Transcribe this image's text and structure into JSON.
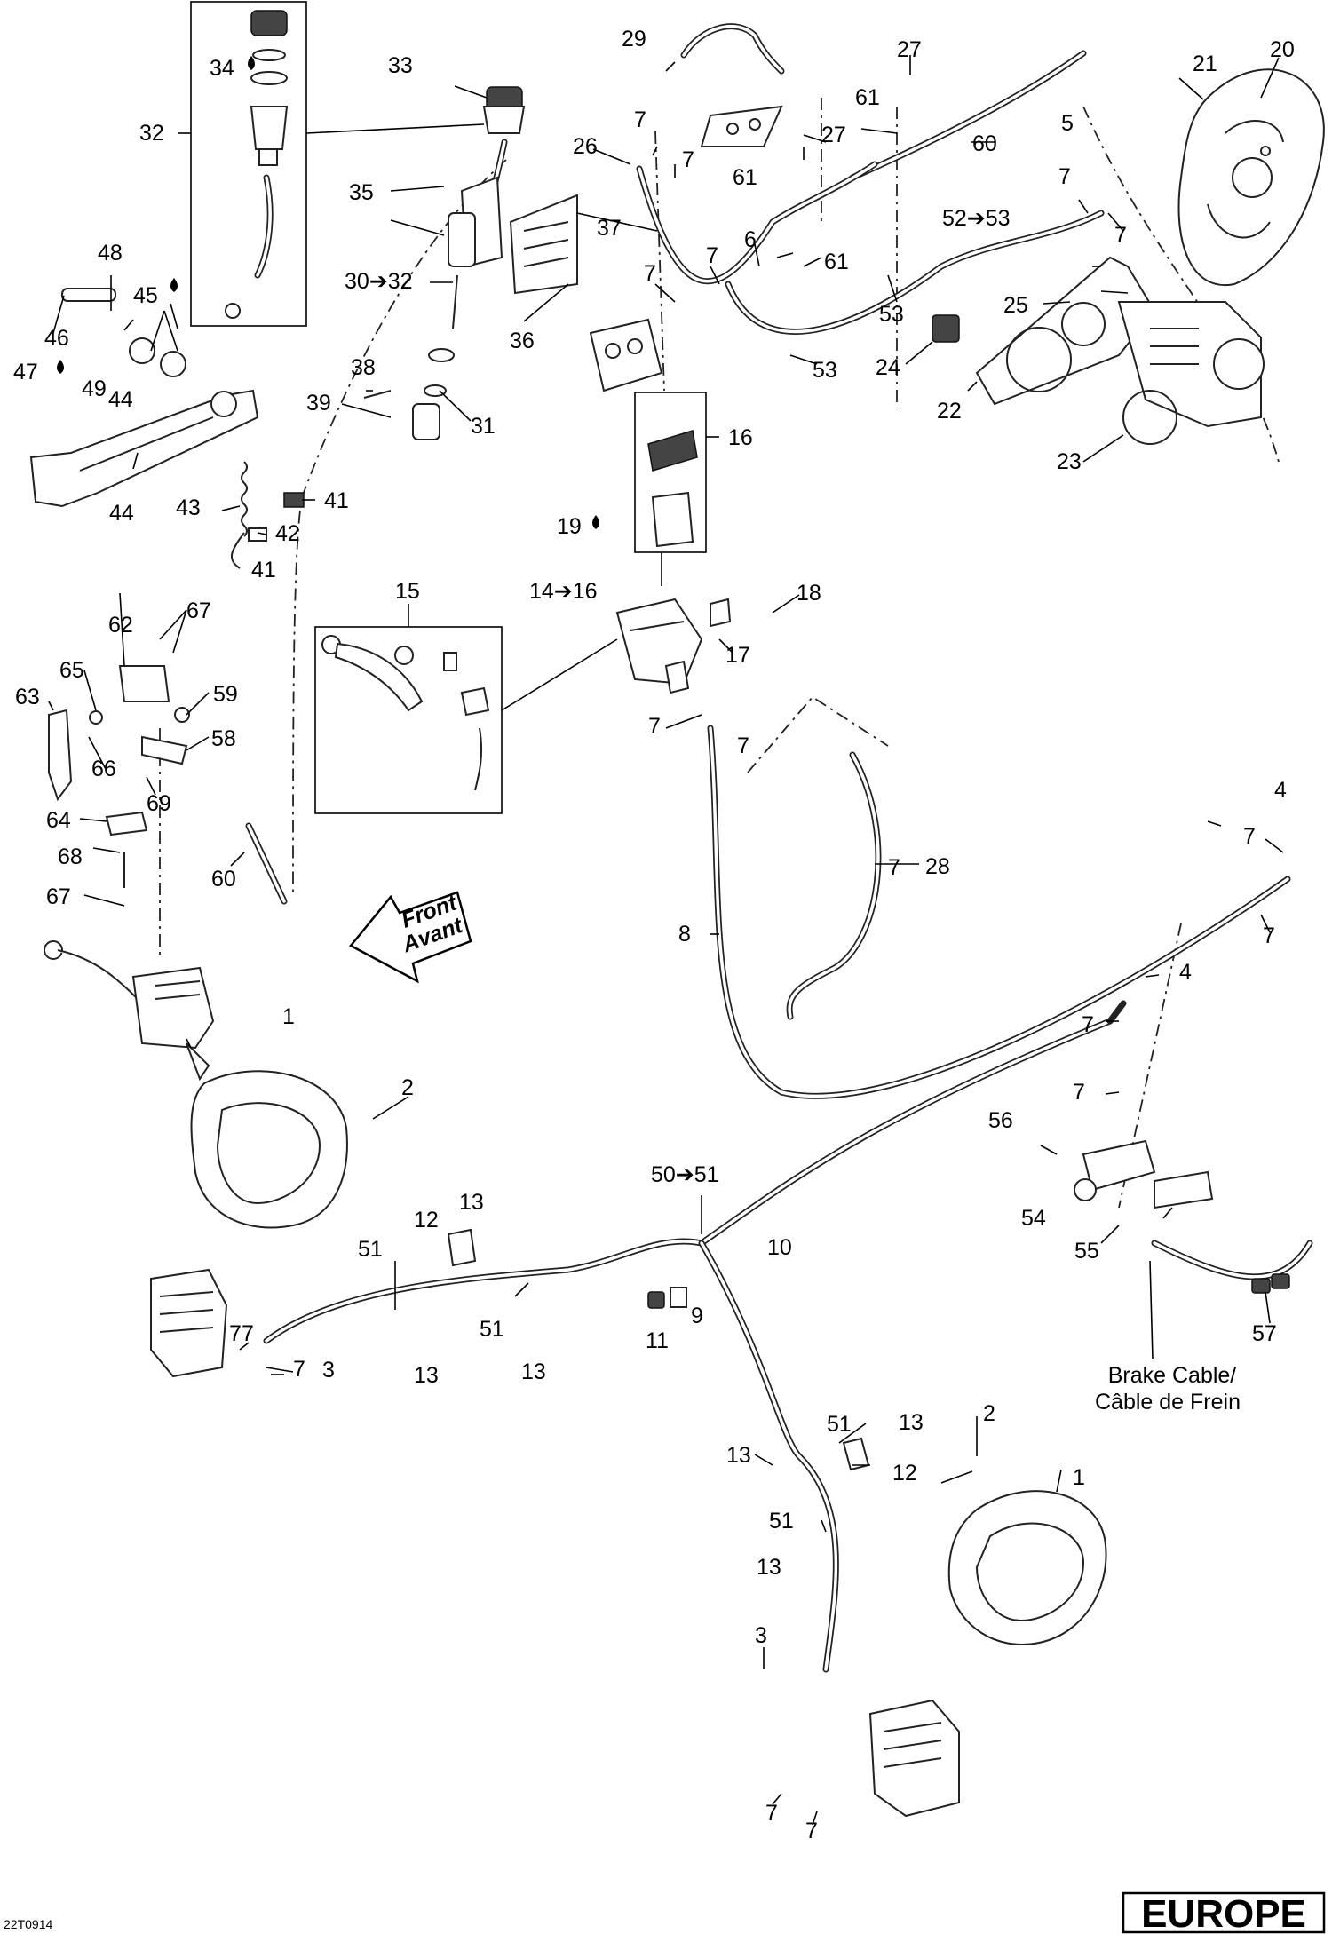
{
  "drawing_code": "22T0914",
  "region_badge": "EUROPE",
  "front_arrow": {
    "line1": "Front",
    "line2": "Avant"
  },
  "brake_cable_note": {
    "line1": "Brake Cable/",
    "line2": "Câble de Frein"
  },
  "callouts": [
    {
      "id": "c1",
      "text": "1"
    },
    {
      "id": "c2",
      "text": "1"
    },
    {
      "id": "c3",
      "text": "2"
    },
    {
      "id": "c4",
      "text": "2"
    },
    {
      "id": "c5",
      "text": "3"
    },
    {
      "id": "c6",
      "text": "3"
    },
    {
      "id": "c7",
      "text": "4"
    },
    {
      "id": "c8",
      "text": "4"
    },
    {
      "id": "c9",
      "text": "5"
    },
    {
      "id": "c10",
      "text": "6"
    },
    {
      "id": "c11",
      "text": "7"
    },
    {
      "id": "c12",
      "text": "7"
    },
    {
      "id": "c13",
      "text": "7"
    },
    {
      "id": "c14",
      "text": "7"
    },
    {
      "id": "c15",
      "text": "7"
    },
    {
      "id": "c16",
      "text": "7"
    },
    {
      "id": "c17",
      "text": "7"
    },
    {
      "id": "c18",
      "text": "7"
    },
    {
      "id": "c19",
      "text": "7"
    },
    {
      "id": "c20",
      "text": "7"
    },
    {
      "id": "c21",
      "text": "7"
    },
    {
      "id": "c22",
      "text": "7"
    },
    {
      "id": "c23",
      "text": "7"
    },
    {
      "id": "c24",
      "text": "7"
    },
    {
      "id": "c25",
      "text": "7"
    },
    {
      "id": "c26",
      "text": "7"
    },
    {
      "id": "c27",
      "text": "7"
    },
    {
      "id": "c28",
      "text": "7"
    },
    {
      "id": "c29",
      "text": "8"
    },
    {
      "id": "c30",
      "text": "9"
    },
    {
      "id": "c31",
      "text": "10"
    },
    {
      "id": "c32",
      "text": "11"
    },
    {
      "id": "c33",
      "text": "12"
    },
    {
      "id": "c34",
      "text": "12"
    },
    {
      "id": "c35",
      "text": "13"
    },
    {
      "id": "c36",
      "text": "13"
    },
    {
      "id": "c37",
      "text": "13"
    },
    {
      "id": "c38",
      "text": "13"
    },
    {
      "id": "c39",
      "text": "13"
    },
    {
      "id": "c40",
      "text": "13"
    },
    {
      "id": "c41",
      "text": "14➔16"
    },
    {
      "id": "c42",
      "text": "15"
    },
    {
      "id": "c43",
      "text": "16"
    },
    {
      "id": "c44",
      "text": "17"
    },
    {
      "id": "c45",
      "text": "18"
    },
    {
      "id": "c46",
      "text": "19"
    },
    {
      "id": "c47",
      "text": "20"
    },
    {
      "id": "c48",
      "text": "21"
    },
    {
      "id": "c49",
      "text": "22"
    },
    {
      "id": "c50",
      "text": "23"
    },
    {
      "id": "c51",
      "text": "24"
    },
    {
      "id": "c52",
      "text": "25"
    },
    {
      "id": "c53",
      "text": "26"
    },
    {
      "id": "c54",
      "text": "27"
    },
    {
      "id": "c55",
      "text": "27"
    },
    {
      "id": "c56",
      "text": "28"
    },
    {
      "id": "c57",
      "text": "29"
    },
    {
      "id": "c58",
      "text": "30➔32"
    },
    {
      "id": "c59",
      "text": "31"
    },
    {
      "id": "c60",
      "text": "32"
    },
    {
      "id": "c61",
      "text": "33"
    },
    {
      "id": "c62",
      "text": "34"
    },
    {
      "id": "c63",
      "text": "35"
    },
    {
      "id": "c64",
      "text": "36"
    },
    {
      "id": "c65",
      "text": "37"
    },
    {
      "id": "c66",
      "text": "38"
    },
    {
      "id": "c67",
      "text": "39"
    },
    {
      "id": "c68",
      "text": "41"
    },
    {
      "id": "c69",
      "text": "41"
    },
    {
      "id": "c70",
      "text": "42"
    },
    {
      "id": "c71",
      "text": "43"
    },
    {
      "id": "c72",
      "text": "44"
    },
    {
      "id": "c73",
      "text": "44"
    },
    {
      "id": "c74",
      "text": "45"
    },
    {
      "id": "c75",
      "text": "46"
    },
    {
      "id": "c76",
      "text": "47"
    },
    {
      "id": "c77",
      "text": "48"
    },
    {
      "id": "c78",
      "text": "49"
    },
    {
      "id": "c79",
      "text": "50➔51"
    },
    {
      "id": "c80",
      "text": "51"
    },
    {
      "id": "c81",
      "text": "51"
    },
    {
      "id": "c82",
      "text": "51"
    },
    {
      "id": "c83",
      "text": "51"
    },
    {
      "id": "c84",
      "text": "52➔53"
    },
    {
      "id": "c85",
      "text": "53"
    },
    {
      "id": "c86",
      "text": "53"
    },
    {
      "id": "c87",
      "text": "54"
    },
    {
      "id": "c88",
      "text": "55"
    },
    {
      "id": "c89",
      "text": "56"
    },
    {
      "id": "c90",
      "text": "57"
    },
    {
      "id": "c91",
      "text": "58"
    },
    {
      "id": "c92",
      "text": "59"
    },
    {
      "id": "c93",
      "text": "60"
    },
    {
      "id": "c94",
      "text": "60"
    },
    {
      "id": "c95",
      "text": "61"
    },
    {
      "id": "c96",
      "text": "61"
    },
    {
      "id": "c97",
      "text": "61"
    },
    {
      "id": "c98",
      "text": "62"
    },
    {
      "id": "c99",
      "text": "63"
    },
    {
      "id": "c100",
      "text": "64"
    },
    {
      "id": "c101",
      "text": "65"
    },
    {
      "id": "c102",
      "text": "66"
    },
    {
      "id": "c103",
      "text": "67"
    },
    {
      "id": "c104",
      "text": "67"
    },
    {
      "id": "c105",
      "text": "68"
    },
    {
      "id": "c106",
      "text": "69"
    }
  ]
}
